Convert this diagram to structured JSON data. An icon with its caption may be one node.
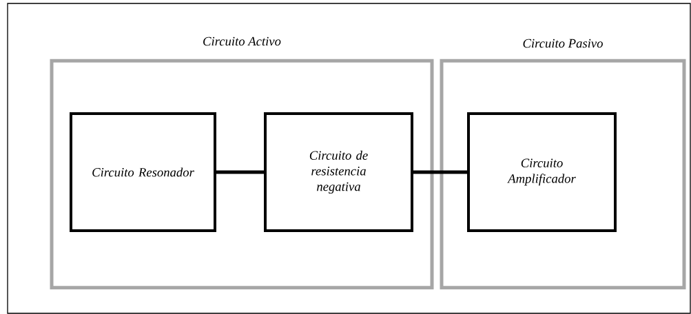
{
  "diagram": {
    "nodes": [
      {
        "text": [
          "Circuito Activo"
        ]
      },
      {
        "text": [
          "Circuito Resonador"
        ],
        "in": 0
      },
      {
        "text": [
          "Circuito de resistencia negativa"
        ],
        "in": 0
      },
      {
        "text": [
          "Circuito Pasivo"
        ]
      },
      {
        "text": [
          "Circuito Amplificador"
        ],
        "in": 3
      }
    ],
    "edges": [
      {
        "from": 1,
        "to": 2,
        "arrow": "none"
      },
      {
        "from": 2,
        "to": 4,
        "arrow": "none"
      }
    ]
  }
}
